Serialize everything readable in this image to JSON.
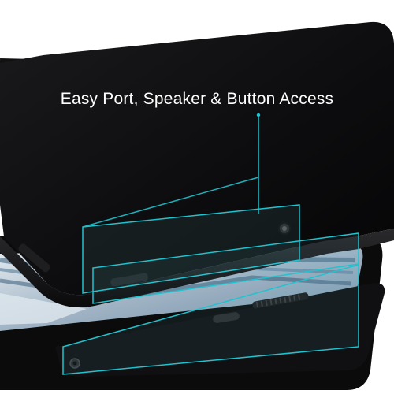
{
  "headline": "Easy Port, Speaker & Button Access",
  "colors": {
    "case": "#0e0e10",
    "case_edge": "#1c1c1f",
    "callout_line": "#1fc3cf",
    "callout_fill": "#7fe3ea",
    "headline_text": "#ffffff"
  },
  "features": {
    "volume_button": "volume-button",
    "power_button": "power-button",
    "camera": "camera-cutout",
    "speaker_grille": "speaker-grille",
    "usb_c_port": "usb-c-port",
    "headphone_jack": "headphone-jack"
  }
}
